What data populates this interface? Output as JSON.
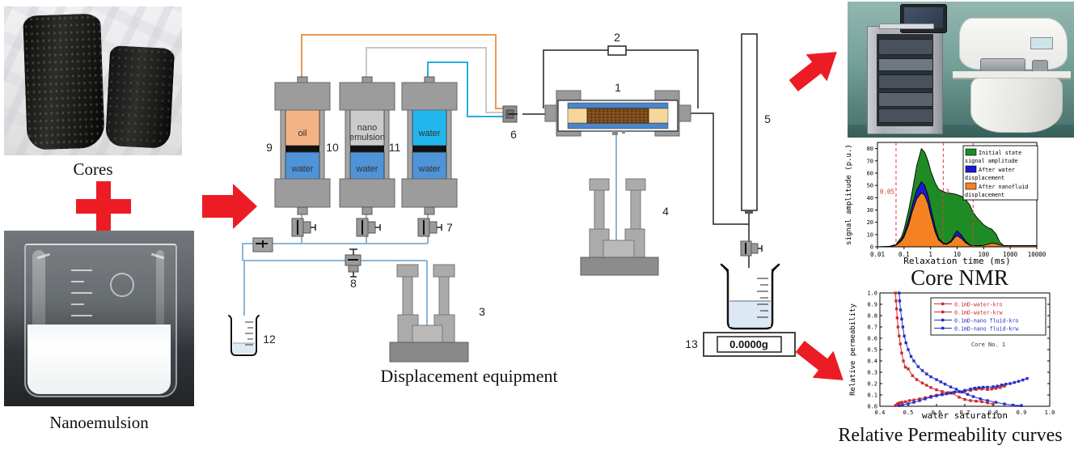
{
  "left_panel": {
    "cores_label": "Cores",
    "nanoemulsion_label": "Nanoemulsion",
    "plus_symbol": "plus-icon"
  },
  "schematic": {
    "caption": "Displacement equipment",
    "balance_reading": "0.0000g",
    "component_numbers": {
      "core_holder": "1",
      "pressure_sensor": "2",
      "displacement_pump": "3",
      "confining_pump": "4",
      "back_pressure_tube": "5",
      "inlet_valve": "6",
      "outlet_valve": "7",
      "manifold_valve": "8",
      "oil_accumulator": "9",
      "nano_accumulator": "10",
      "water_accumulator": "11",
      "waste_beaker": "12",
      "balance": "13"
    },
    "vessel_labels": {
      "oil": "oil",
      "nano_line1": "nano",
      "nano_line2": "emulsion",
      "water": "water",
      "piston_water": "water"
    },
    "colors": {
      "oil_fill": "#f4b384",
      "nano_fill": "#cbcbcb",
      "water_top_fill": "#22b6ee",
      "water_bottom_fill": "#4f93d8",
      "tubing_blue": "#7badd6",
      "line_orange": "#e89a52",
      "line_gray": "#c8c8c8",
      "line_cyan": "#2aabe2",
      "accent_red": "#ec1c24"
    }
  },
  "chart_data": [
    {
      "id": "core_nmr",
      "type": "area",
      "title": "Core NMR",
      "xlabel": "Relaxation time (ms)",
      "ylabel": "signal amplitude (p.u.)",
      "xscale": "log",
      "xlim": [
        0.01,
        10000
      ],
      "ylim": [
        0,
        85
      ],
      "yticks": [
        0,
        10,
        20,
        30,
        40,
        50,
        60,
        70,
        80
      ],
      "xticks": [
        "0.01",
        "0.1",
        "1",
        "10",
        "100",
        "1000",
        "10000"
      ],
      "grid": false,
      "legend_position": "upper right",
      "reference_lines": [
        {
          "x": 0.05,
          "label": "0.05",
          "align": "end"
        },
        {
          "x": 3,
          "label": "3",
          "align": "start"
        },
        {
          "x": 40,
          "label": "40",
          "align": "middle"
        }
      ],
      "x": [
        0.01,
        0.02,
        0.03,
        0.05,
        0.08,
        0.1,
        0.15,
        0.2,
        0.3,
        0.45,
        0.6,
        0.8,
        1,
        1.5,
        2,
        3,
        4,
        6,
        8,
        10,
        15,
        20,
        30,
        40,
        60,
        80,
        100,
        150,
        200,
        300,
        400,
        600,
        1000,
        3000,
        10000
      ],
      "series": [
        {
          "name": "Initial state signal amplitude",
          "legend_line1": "Initial state",
          "legend_line2": "signal amplitude",
          "color": "#1f8b24",
          "y": [
            0,
            0.2,
            0.5,
            2,
            8,
            14,
            30,
            44,
            66,
            80,
            77,
            70,
            62,
            52,
            47,
            45,
            44,
            43.5,
            43,
            42.5,
            41,
            39,
            34,
            28,
            23,
            20,
            18,
            15.5,
            14.5,
            10,
            4,
            0.5,
            0.2,
            0.2,
            0.2
          ]
        },
        {
          "name": "After water displacement",
          "legend_line1": "After water",
          "legend_line2": "displacement",
          "color": "#1a1acc",
          "y": [
            0,
            0.2,
            0.4,
            1.5,
            6,
            10,
            22,
            33,
            46,
            53,
            50,
            42,
            32,
            16,
            7,
            3,
            2.5,
            5,
            10,
            13,
            9,
            5,
            1.5,
            0.8,
            0.5,
            0.5,
            0.5,
            1.5,
            2.5,
            1.5,
            0.5,
            0.3,
            0.2,
            0.2,
            0.2
          ]
        },
        {
          "name": "After nanofluid displacement",
          "legend_line1": "After nanofluid",
          "legend_line2": "displacement",
          "color": "#f58220",
          "y": [
            0,
            0.2,
            0.4,
            1.2,
            5,
            8,
            18,
            28,
            39,
            44,
            42,
            35,
            26,
            12,
            5.5,
            2.5,
            2,
            4,
            7.5,
            9,
            6.5,
            3.5,
            1.2,
            1,
            1,
            1,
            1.2,
            2.2,
            3,
            2.5,
            1.5,
            1,
            1,
            1,
            1
          ]
        }
      ]
    },
    {
      "id": "relperm",
      "type": "line",
      "title": "Relative Permeability curves",
      "xlabel": "water saturation",
      "ylabel": "Relative permeability",
      "xlim": [
        0.4,
        1.0
      ],
      "ylim": [
        0.0,
        1.0
      ],
      "xticks": [
        0.4,
        0.5,
        0.6,
        0.7,
        0.8,
        0.9,
        1.0
      ],
      "yticks": [
        0.0,
        0.1,
        0.2,
        0.3,
        0.4,
        0.5,
        0.6,
        0.7,
        0.8,
        0.9,
        1.0
      ],
      "grid": false,
      "annotation": "Core No. 1",
      "legend_position": "upper right",
      "series": [
        {
          "name": "0.1mD-water-kro",
          "color": "#cf2a30",
          "points": [
            [
              0.455,
              1.0
            ],
            [
              0.457,
              0.93
            ],
            [
              0.459,
              0.86
            ],
            [
              0.461,
              0.78
            ],
            [
              0.464,
              0.7
            ],
            [
              0.468,
              0.62
            ],
            [
              0.472,
              0.55
            ],
            [
              0.477,
              0.47
            ],
            [
              0.483,
              0.4
            ],
            [
              0.49,
              0.345
            ],
            [
              0.5,
              0.33
            ],
            [
              0.515,
              0.27
            ],
            [
              0.53,
              0.235
            ],
            [
              0.55,
              0.205
            ],
            [
              0.565,
              0.185
            ],
            [
              0.58,
              0.165
            ],
            [
              0.6,
              0.145
            ],
            [
              0.62,
              0.13
            ],
            [
              0.64,
              0.12
            ],
            [
              0.655,
              0.115
            ],
            [
              0.68,
              0.08
            ],
            [
              0.7,
              0.06
            ],
            [
              0.72,
              0.05
            ],
            [
              0.74,
              0.045
            ],
            [
              0.76,
              0.04
            ],
            [
              0.78,
              0.03
            ],
            [
              0.8,
              0.02
            ]
          ]
        },
        {
          "name": "0.1mD-water-krw",
          "color": "#cf2a30",
          "points": [
            [
              0.455,
              0.005
            ],
            [
              0.458,
              0.01
            ],
            [
              0.462,
              0.02
            ],
            [
              0.466,
              0.025
            ],
            [
              0.47,
              0.03
            ],
            [
              0.478,
              0.035
            ],
            [
              0.49,
              0.04
            ],
            [
              0.505,
              0.05
            ],
            [
              0.52,
              0.055
            ],
            [
              0.54,
              0.065
            ],
            [
              0.56,
              0.075
            ],
            [
              0.58,
              0.088
            ],
            [
              0.6,
              0.098
            ],
            [
              0.62,
              0.108
            ],
            [
              0.64,
              0.115
            ],
            [
              0.66,
              0.122
            ],
            [
              0.68,
              0.128
            ],
            [
              0.7,
              0.134
            ],
            [
              0.72,
              0.14
            ],
            [
              0.74,
              0.148
            ],
            [
              0.76,
              0.152
            ],
            [
              0.78,
              0.148
            ],
            [
              0.795,
              0.152
            ],
            [
              0.81,
              0.158
            ],
            [
              0.825,
              0.165
            ],
            [
              0.84,
              0.178
            ]
          ]
        },
        {
          "name": "0.1mD-nano fluid-kro",
          "color": "#2431c4",
          "points": [
            [
              0.468,
              1.0
            ],
            [
              0.47,
              0.93
            ],
            [
              0.473,
              0.85
            ],
            [
              0.477,
              0.77
            ],
            [
              0.481,
              0.7
            ],
            [
              0.486,
              0.62
            ],
            [
              0.492,
              0.56
            ],
            [
              0.5,
              0.5
            ],
            [
              0.51,
              0.44
            ],
            [
              0.52,
              0.4
            ],
            [
              0.535,
              0.35
            ],
            [
              0.55,
              0.315
            ],
            [
              0.565,
              0.285
            ],
            [
              0.58,
              0.26
            ],
            [
              0.6,
              0.235
            ],
            [
              0.615,
              0.215
            ],
            [
              0.63,
              0.195
            ],
            [
              0.65,
              0.17
            ],
            [
              0.67,
              0.15
            ],
            [
              0.69,
              0.125
            ],
            [
              0.71,
              0.105
            ],
            [
              0.73,
              0.085
            ],
            [
              0.755,
              0.065
            ],
            [
              0.78,
              0.05
            ],
            [
              0.81,
              0.035
            ],
            [
              0.84,
              0.02
            ],
            [
              0.87,
              0.01
            ],
            [
              0.9,
              0.005
            ]
          ]
        },
        {
          "name": "0.1mD-nano fluid-krw",
          "color": "#2431c4",
          "points": [
            [
              0.468,
              0.005
            ],
            [
              0.48,
              0.012
            ],
            [
              0.5,
              0.022
            ],
            [
              0.52,
              0.035
            ],
            [
              0.54,
              0.05
            ],
            [
              0.56,
              0.065
            ],
            [
              0.58,
              0.08
            ],
            [
              0.6,
              0.092
            ],
            [
              0.62,
              0.102
            ],
            [
              0.635,
              0.11
            ],
            [
              0.65,
              0.118
            ],
            [
              0.665,
              0.125
            ],
            [
              0.68,
              0.13
            ],
            [
              0.7,
              0.14
            ],
            [
              0.72,
              0.152
            ],
            [
              0.735,
              0.16
            ],
            [
              0.75,
              0.165
            ],
            [
              0.765,
              0.168
            ],
            [
              0.78,
              0.168
            ],
            [
              0.8,
              0.172
            ],
            [
              0.815,
              0.178
            ],
            [
              0.83,
              0.188
            ],
            [
              0.845,
              0.195
            ],
            [
              0.86,
              0.2
            ],
            [
              0.875,
              0.21
            ],
            [
              0.89,
              0.22
            ],
            [
              0.905,
              0.232
            ],
            [
              0.92,
              0.245
            ]
          ]
        }
      ]
    }
  ]
}
